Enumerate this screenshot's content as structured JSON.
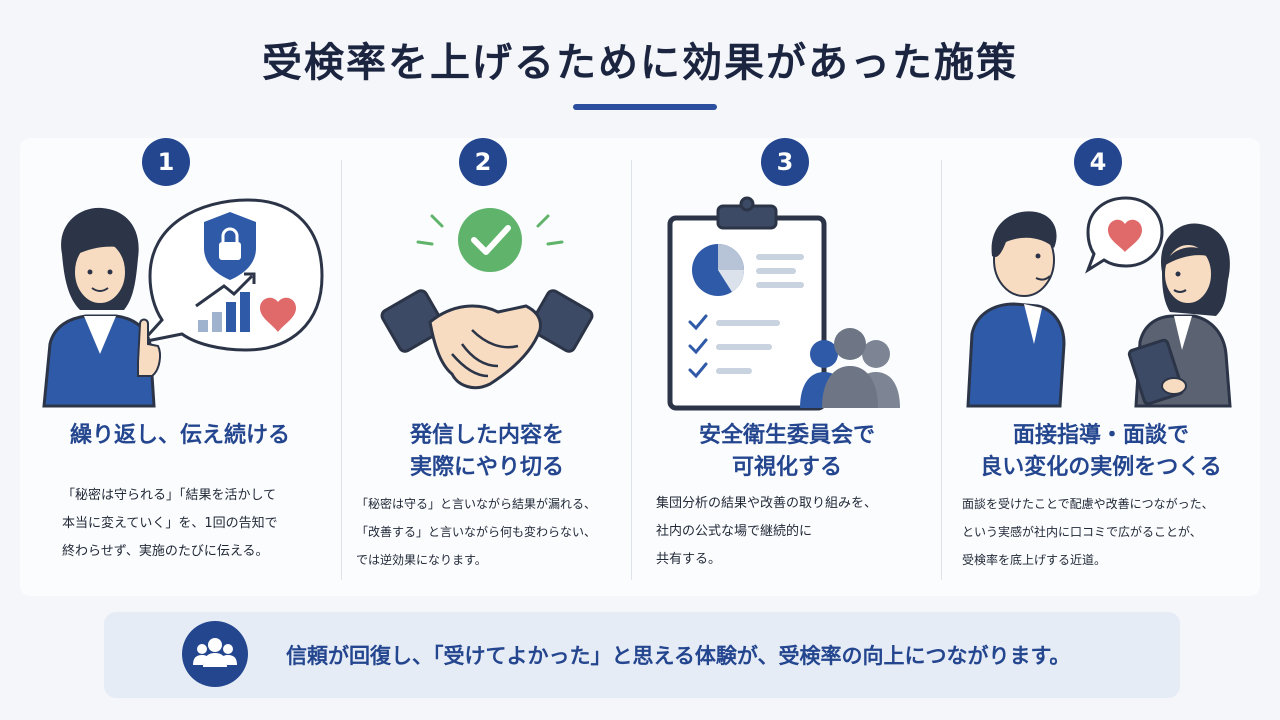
{
  "title": "受検率を上げるために効果があった施策",
  "measures": [
    {
      "number": "1",
      "title": "繰り返し、伝え続ける",
      "body": "「秘密は守られる」「結果を活かして\n本当に変えていく」を、1回の告知で\n終わらせず、実施のたびに伝える。"
    },
    {
      "number": "2",
      "title": "発信した内容を\n実際にやり切る",
      "body": "「秘密は守る」と言いながら結果が漏れる、\n「改善する」と言いながら何も変わらない、\nでは逆効果になります。"
    },
    {
      "number": "3",
      "title": "安全衛生委員会で\n可視化する",
      "body": "集団分析の結果や改善の取り組みを、\n社内の公式な場で継続的に\n共有する。"
    },
    {
      "number": "4",
      "title": "面接指導・面談で\n良い変化の実例をつくる",
      "body": "面談を受けたことで配慮や改善につながった、\nという実感が社内に口コミで広がることが、\n受検率を底上げする近道。"
    }
  ],
  "banner": {
    "text": "信頼が回復し、「受けてよかった」と思える体験が、受検率の向上につながります。"
  },
  "colors": {
    "primary": "#24468f",
    "accent_heart": "#e06a6a",
    "check_green": "#5fb36a"
  }
}
